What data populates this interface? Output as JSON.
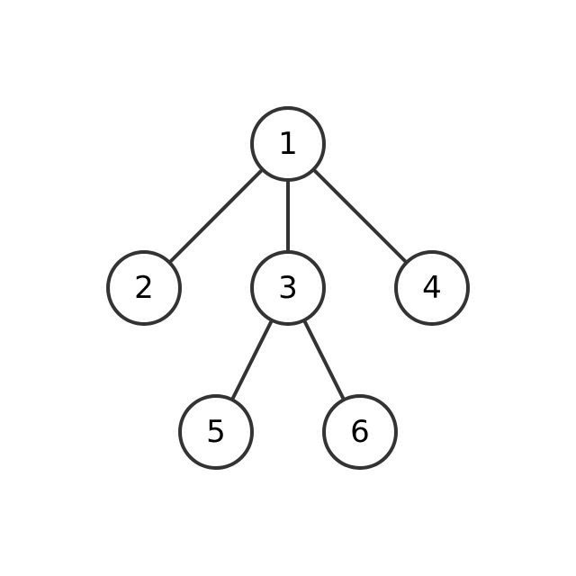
{
  "colors": {
    "stroke": "#333333",
    "node_fill": "#ffffff",
    "text": "#000000",
    "background": "#ffffff"
  },
  "tree": {
    "nodes": [
      {
        "id": "n1",
        "label": "1"
      },
      {
        "id": "n2",
        "label": "2"
      },
      {
        "id": "n3",
        "label": "3"
      },
      {
        "id": "n4",
        "label": "4"
      },
      {
        "id": "n5",
        "label": "5"
      },
      {
        "id": "n6",
        "label": "6"
      }
    ],
    "edges": [
      {
        "from": "n1",
        "to": "n2"
      },
      {
        "from": "n1",
        "to": "n3"
      },
      {
        "from": "n1",
        "to": "n4"
      },
      {
        "from": "n3",
        "to": "n5"
      },
      {
        "from": "n3",
        "to": "n6"
      }
    ]
  }
}
